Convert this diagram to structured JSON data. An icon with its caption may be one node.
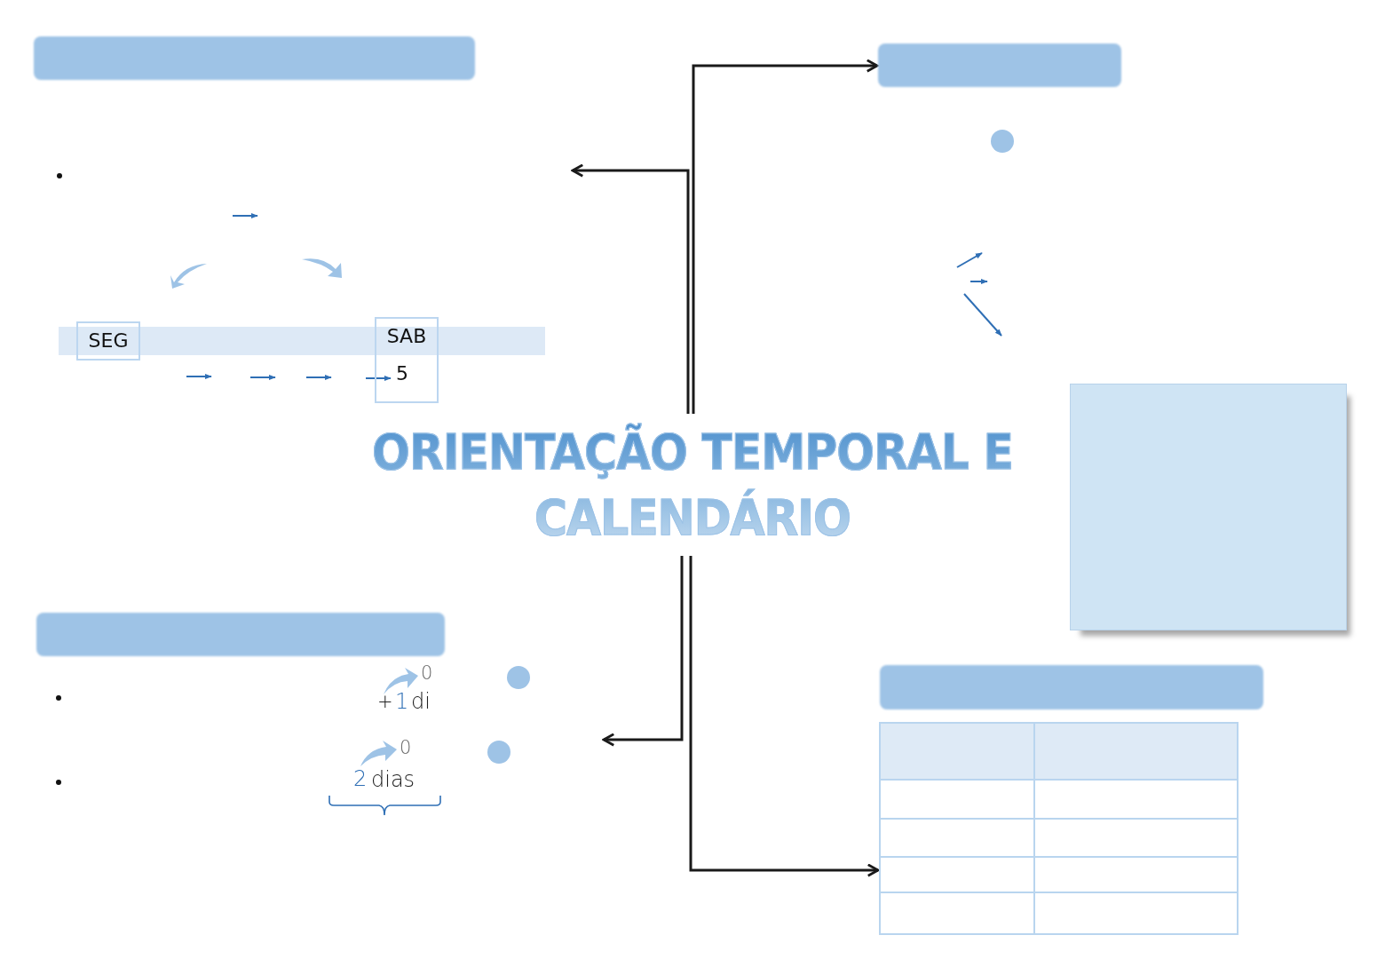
{
  "diagram": {
    "nodes": [
      {
        "text": [
          "ORIENTAÇÃO TEMPORAL E CALENDÁRIO"
        ]
      },
      {
        "text": [],
        "shape": "box"
      },
      {
        "text": [
          "SEG"
        ]
      },
      {
        "text": [
          "SAB",
          "5"
        ]
      },
      {
        "text": [],
        "shape": "box"
      },
      {
        "text": [],
        "shape": "circle"
      },
      {
        "text": [],
        "shape": "box"
      },
      {
        "text": [],
        "shape": "box"
      },
      {
        "text": [],
        "shape": "circle"
      },
      {
        "text": [],
        "shape": "circle"
      },
      {
        "text": [],
        "shape": "box"
      },
      {
        "text": [],
        "shape": "box"
      }
    ],
    "edges": [
      {
        "from": 0,
        "to": null,
        "arrow": "to"
      },
      {
        "from": 0,
        "to": 4,
        "arrow": "to"
      },
      {
        "from": 0,
        "to": null,
        "arrow": "to"
      },
      {
        "from": 0,
        "to": 11,
        "arrow": "to"
      }
    ],
    "labels": [
      "0",
      "+",
      "1",
      "di",
      "0",
      "2",
      "dias"
    ]
  }
}
